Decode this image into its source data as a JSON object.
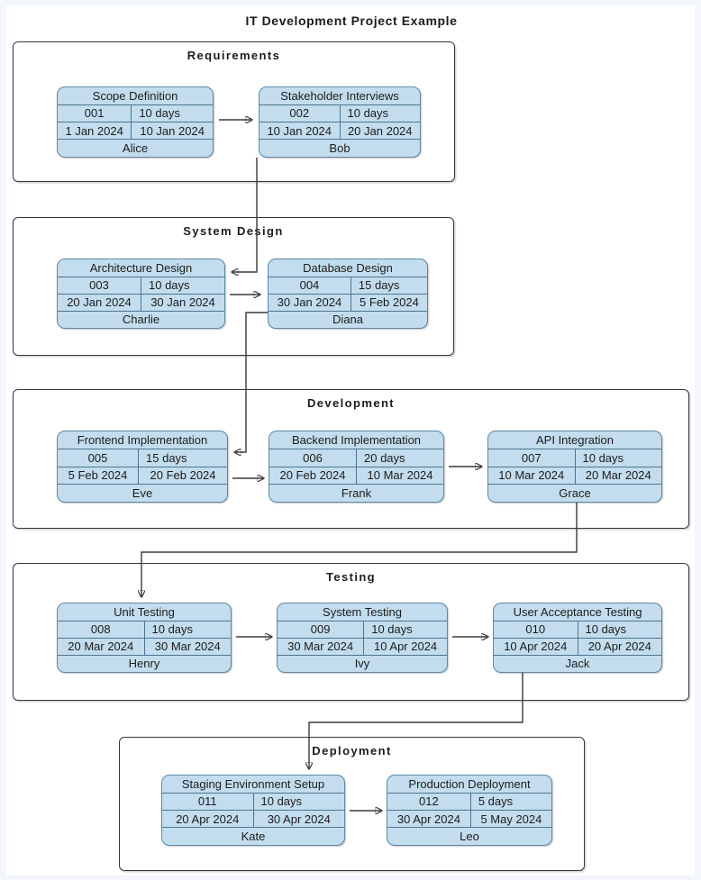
{
  "title": "IT Development Project Example",
  "colors": {
    "card_fill": "#c3ddee",
    "card_border": "#5d88a6",
    "card_divider": "#4d7590",
    "box_border": "#383838",
    "connector": "#3a3a3a",
    "page_bg": "#f3f6fa"
  },
  "phases": [
    {
      "name": "Requirements",
      "tasks": [
        {
          "name": "Scope Definition",
          "id": "001",
          "duration": "10 days",
          "start": "1 Jan 2024",
          "end": "10 Jan 2024",
          "assignee": "Alice"
        },
        {
          "name": "Stakeholder Interviews",
          "id": "002",
          "duration": "10 days",
          "start": "10 Jan 2024",
          "end": "20 Jan 2024",
          "assignee": "Bob"
        }
      ]
    },
    {
      "name": "System Design",
      "tasks": [
        {
          "name": "Architecture Design",
          "id": "003",
          "duration": "10 days",
          "start": "20 Jan 2024",
          "end": "30 Jan 2024",
          "assignee": "Charlie"
        },
        {
          "name": "Database Design",
          "id": "004",
          "duration": "15 days",
          "start": "30 Jan 2024",
          "end": "5 Feb 2024",
          "assignee": "Diana"
        }
      ]
    },
    {
      "name": "Development",
      "tasks": [
        {
          "name": "Frontend Implementation",
          "id": "005",
          "duration": "15 days",
          "start": "5 Feb 2024",
          "end": "20 Feb 2024",
          "assignee": "Eve"
        },
        {
          "name": "Backend Implementation",
          "id": "006",
          "duration": "20 days",
          "start": "20 Feb 2024",
          "end": "10 Mar 2024",
          "assignee": "Frank"
        },
        {
          "name": "API Integration",
          "id": "007",
          "duration": "10 days",
          "start": "10 Mar 2024",
          "end": "20 Mar 2024",
          "assignee": "Grace"
        }
      ]
    },
    {
      "name": "Testing",
      "tasks": [
        {
          "name": "Unit Testing",
          "id": "008",
          "duration": "10 days",
          "start": "20 Mar 2024",
          "end": "30 Mar 2024",
          "assignee": "Henry"
        },
        {
          "name": "System Testing",
          "id": "009",
          "duration": "10 days",
          "start": "30 Mar 2024",
          "end": "10 Apr 2024",
          "assignee": "Ivy"
        },
        {
          "name": "User Acceptance Testing",
          "id": "010",
          "duration": "10 days",
          "start": "10 Apr 2024",
          "end": "20 Apr 2024",
          "assignee": "Jack"
        }
      ]
    },
    {
      "name": "Deployment",
      "tasks": [
        {
          "name": "Staging Environment Setup",
          "id": "011",
          "duration": "10 days",
          "start": "20 Apr 2024",
          "end": "30 Apr 2024",
          "assignee": "Kate"
        },
        {
          "name": "Production Deployment",
          "id": "012",
          "duration": "5 days",
          "start": "30 Apr 2024",
          "end": "5 May 2024",
          "assignee": "Leo"
        }
      ]
    }
  ]
}
